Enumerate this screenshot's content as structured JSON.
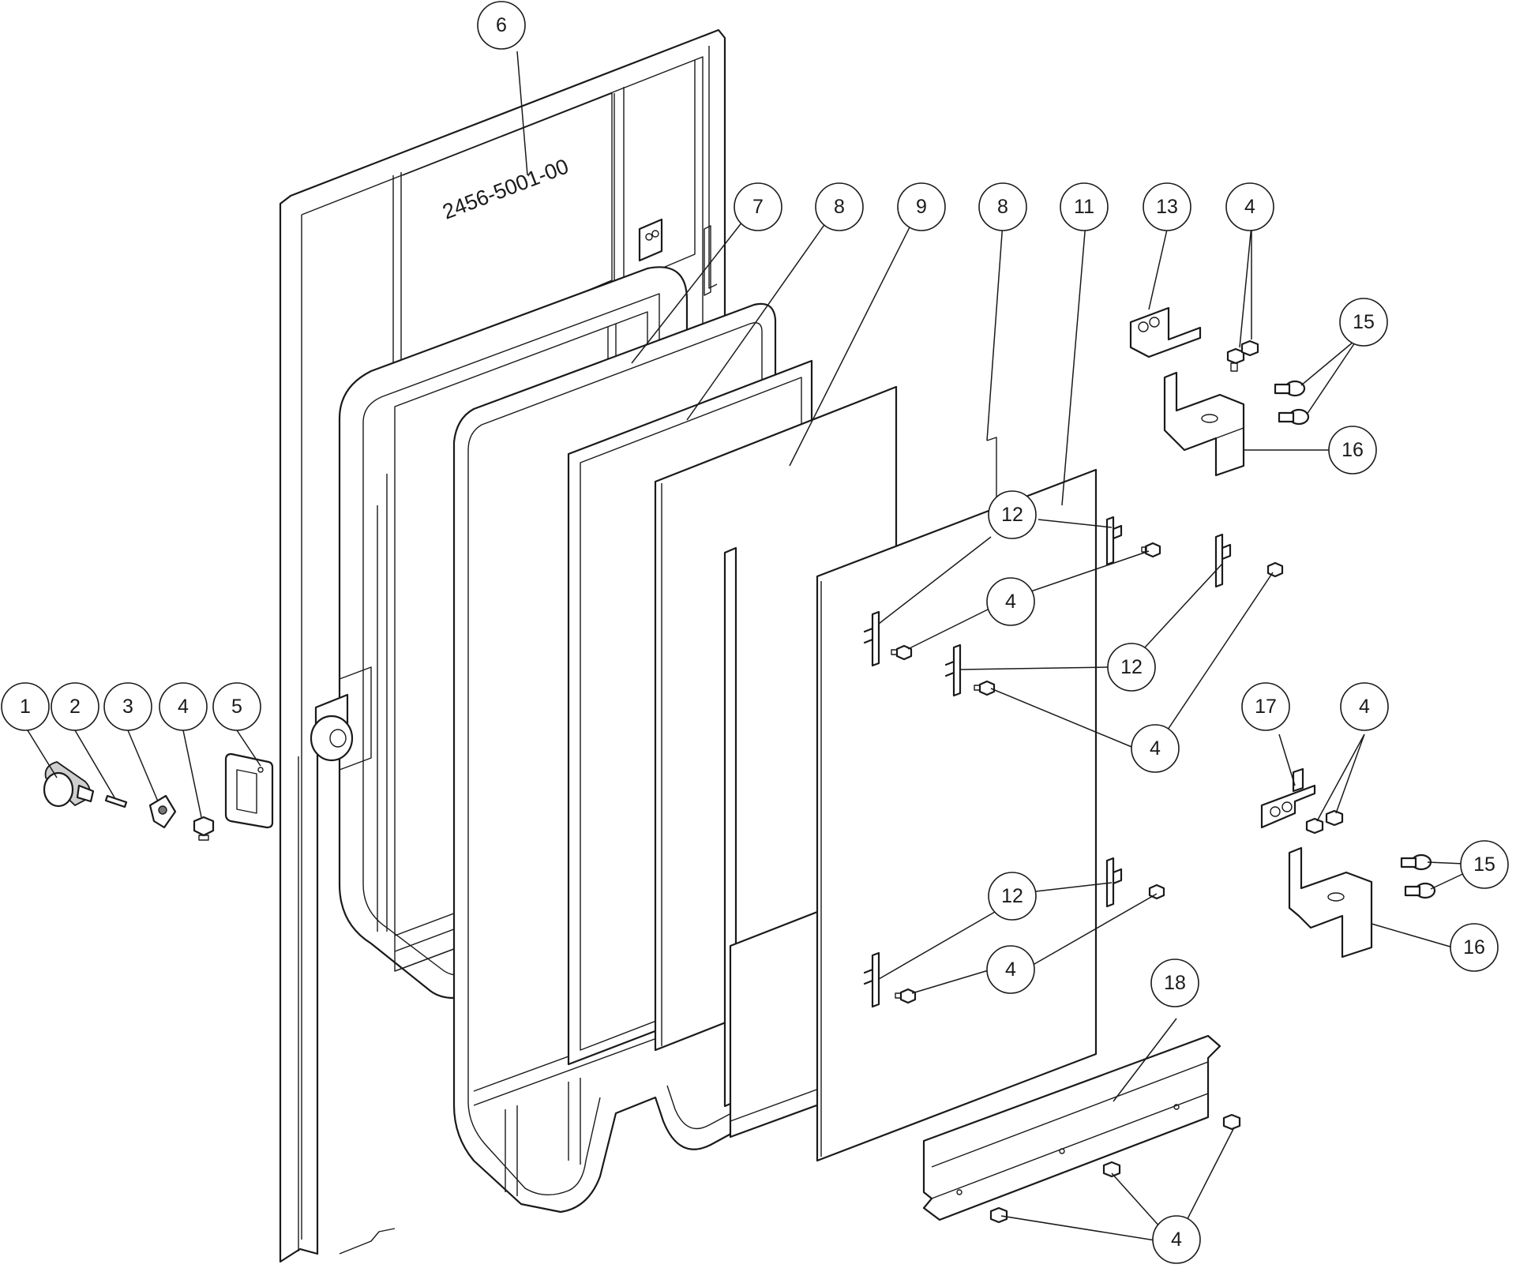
{
  "diagram": {
    "part_number_marking": "2456-5001-00",
    "callouts": [
      {
        "label": "1"
      },
      {
        "label": "2"
      },
      {
        "label": "3"
      },
      {
        "label": "4"
      },
      {
        "label": "5"
      },
      {
        "label": "6"
      },
      {
        "label": "7"
      },
      {
        "label": "8"
      },
      {
        "label": "9"
      },
      {
        "label": "8"
      },
      {
        "label": "11"
      },
      {
        "label": "13"
      },
      {
        "label": "4"
      },
      {
        "label": "15"
      },
      {
        "label": "16"
      },
      {
        "label": "12"
      },
      {
        "label": "4"
      },
      {
        "label": "12"
      },
      {
        "label": "4"
      },
      {
        "label": "17"
      },
      {
        "label": "4"
      },
      {
        "label": "15"
      },
      {
        "label": "16"
      },
      {
        "label": "12"
      },
      {
        "label": "4"
      },
      {
        "label": "18"
      },
      {
        "label": "4"
      }
    ]
  }
}
